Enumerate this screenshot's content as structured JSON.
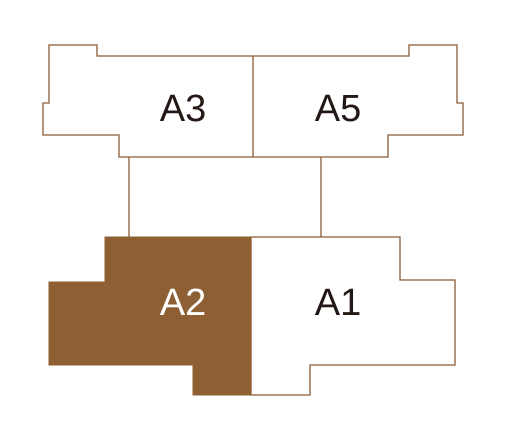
{
  "colors": {
    "outline": "#8b5a34",
    "highlight": "#8f5f34",
    "background": "#ffffff",
    "label_dark": "#231815",
    "label_light": "#ffffff"
  },
  "units": [
    {
      "id": "A3",
      "label": "A3",
      "highlighted": false
    },
    {
      "id": "A5",
      "label": "A5",
      "highlighted": false
    },
    {
      "id": "A2",
      "label": "A2",
      "highlighted": true
    },
    {
      "id": "A1",
      "label": "A1",
      "highlighted": false
    }
  ]
}
